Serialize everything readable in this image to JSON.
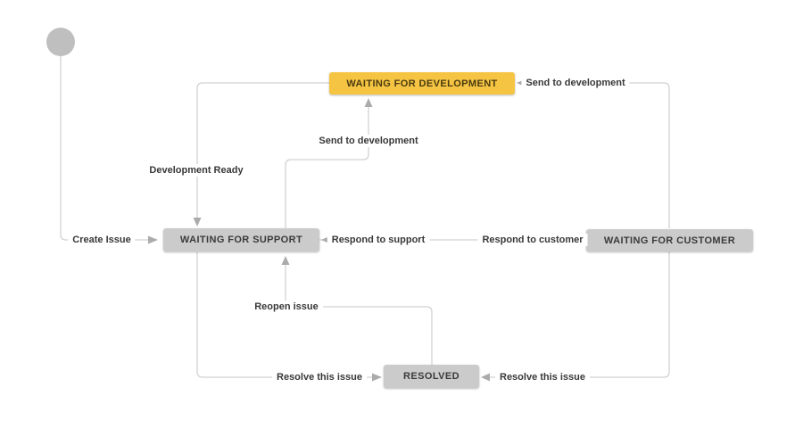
{
  "diagram": {
    "nodes": {
      "development": {
        "label": "WAITING FOR DEVELOPMENT",
        "status": "highlighted"
      },
      "support": {
        "label": "WAITING FOR SUPPORT",
        "status": "default"
      },
      "customer": {
        "label": "WAITING FOR CUSTOMER",
        "status": "default"
      },
      "resolved": {
        "label": "RESOLVED",
        "status": "default"
      }
    },
    "transitions": {
      "create_issue": {
        "label": "Create Issue",
        "from": "start",
        "to": "support"
      },
      "development_ready": {
        "label": "Development Ready",
        "from": "development",
        "to": "support"
      },
      "send_to_development_mid": {
        "label": "Send to development",
        "from": "support",
        "to": "development"
      },
      "send_to_development_right": {
        "label": "Send to development",
        "from": "customer",
        "to": "development"
      },
      "respond_to_support": {
        "label": "Respond to support",
        "from": "customer",
        "to": "support"
      },
      "respond_to_customer": {
        "label": "Respond to customer",
        "from": "support",
        "to": "customer"
      },
      "reopen_issue": {
        "label": "Reopen issue",
        "from": "resolved",
        "to": "support"
      },
      "resolve_left": {
        "label": "Resolve this issue",
        "from": "support",
        "to": "resolved"
      },
      "resolve_right": {
        "label": "Resolve this issue",
        "from": "customer",
        "to": "resolved"
      }
    },
    "colors": {
      "highlight_node_bg": "#f5c443",
      "highlight_node_text": "#4a3b0f",
      "node_bg": "#cbcbcb",
      "node_text": "#3a3a3a",
      "connector_line": "#d2d2d2",
      "arrowhead": "#ababab",
      "start_node": "#bfbfbf",
      "label_text": "#383838"
    }
  }
}
